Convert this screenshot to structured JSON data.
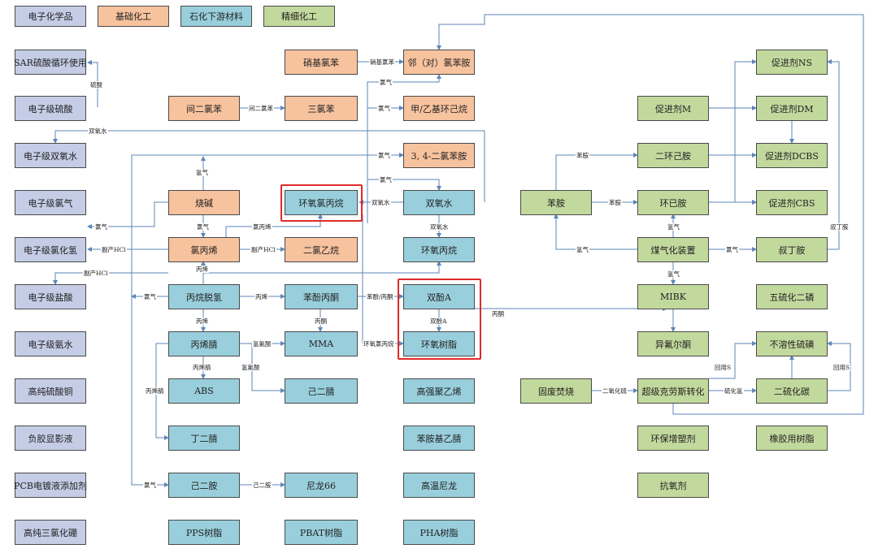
{
  "legend": [
    {
      "label": "电子化学品",
      "color": "#c5cde6"
    },
    {
      "label": "基础化工",
      "color": "#f7c29e"
    },
    {
      "label": "石化下游材料",
      "color": "#99cfdc"
    },
    {
      "label": "精细化工",
      "color": "#c2d99d"
    }
  ],
  "nodes": {
    "sar": "SAR硫酸循环使用",
    "e_h2so4": "电子级硫酸",
    "e_h2o2": "电子级双氧水",
    "e_cl2": "电子级氯气",
    "e_hcl_gas": "电子级氯化氢",
    "e_hcl_acid": "电子级盐酸",
    "e_nh3": "电子级氨水",
    "cuso4": "高纯硫酸铜",
    "neg_dev": "负胶显影液",
    "pcb_add": "PCB电镀液添加剂",
    "bcl3": "高纯三氯化硼",
    "nitrocb": "硝基氯苯",
    "o_p_cla": "邻（对）氯苯胺",
    "mdcb": "间二氯苯",
    "tcb": "三氯苯",
    "mecyc": "甲/乙基环己烷",
    "dca": "3, 4-二氯苯胺",
    "naoh": "烧碱",
    "ech": "环氧氯丙烷",
    "h2o2": "双氧水",
    "allylcl": "氯丙烯",
    "edc": "二氯乙烷",
    "po": "环氧丙烷",
    "pdh": "丙烷脱氢",
    "phenol": "苯酚丙酮",
    "bpa": "双酚A",
    "an": "丙烯腈",
    "mma": "MMA",
    "epoxy": "环氧树脂",
    "abs": "ABS",
    "adn": "己二腈",
    "hdpe": "高强聚乙烯",
    "sbr": "丁二腈",
    "nbr": "苯胺基乙腈",
    "hmda": "己二胺",
    "pa66": "尼龙66",
    "htpa": "高温尼龙",
    "pps": "PPS树脂",
    "pbat": "PBAT树脂",
    "pha": "PHA树脂",
    "aniline": "苯胺",
    "acc_m": "促进剂M",
    "dcha": "二环己胺",
    "cha": "环已胺",
    "gasif": "煤气化装置",
    "mibk": "MIBK",
    "ipa": "异氟尔酮",
    "waste": "固废焚烧",
    "claus": "超级克劳斯转化",
    "plasticizer": "环保增塑剂",
    "antiox": "抗氧剂",
    "acc_ns": "促进剂NS",
    "acc_dm": "促进剂DM",
    "acc_dcbs": "促进剂DCBS",
    "acc_cbs": "促进剂CBS",
    "tba": "叔丁胺",
    "p2s5": "五硫化二磷",
    "ins_s": "不溶性硫磺",
    "cs2": "二硫化碳",
    "rubber_resin": "橡胶用树脂"
  },
  "edge_labels": {
    "h2so4": "硫酸",
    "nitrocb_edge": "硝基氯苯",
    "mdcb_edge": "间二氯苯",
    "cl_a": "氯气",
    "cl_b": "氯气",
    "cl_c": "氯气",
    "cl_d": "氯气",
    "cl_e": "氯气",
    "cl_f": "氯气",
    "cl_g": "氯气",
    "h2o2_top": "双氧水",
    "h2o2_ech": "双氧水",
    "h2o2_po": "双氧水",
    "allyl_edge": "氯丙烯",
    "hcl_a": "副产HCl",
    "hcl_b": "副产HCl",
    "hcl_c": "副产HCl",
    "propylene_a": "丙烯",
    "propylene_b": "丙烯",
    "propylene_c": "丙烯",
    "propylene_d": "丙烯",
    "acetone_a": "丙酮",
    "acetone_b": "丙酮",
    "phenol_acetone": "苯酚/丙酮",
    "bpa_edge": "双酚A",
    "ech_epoxy": "环氧氯丙烷",
    "hcn_a": "氢氰酸",
    "hcn_b": "氢氰酸",
    "an_a": "丙烯腈",
    "an_b": "丙烯腈",
    "adn_edge": "己二胺",
    "aniline_a": "苯胺",
    "aniline_b": "苯胺",
    "hydrogen_a": "氢气",
    "hydrogen_b": "氢气",
    "hydrogen_c": "氢气",
    "hydrogen_d": "氢气",
    "reuse_s_a": "回用S",
    "reuse_s_b": "回用S",
    "so2": "二氧化硫",
    "h2s": "硫化氢",
    "tba_side": "叔丁胺"
  }
}
